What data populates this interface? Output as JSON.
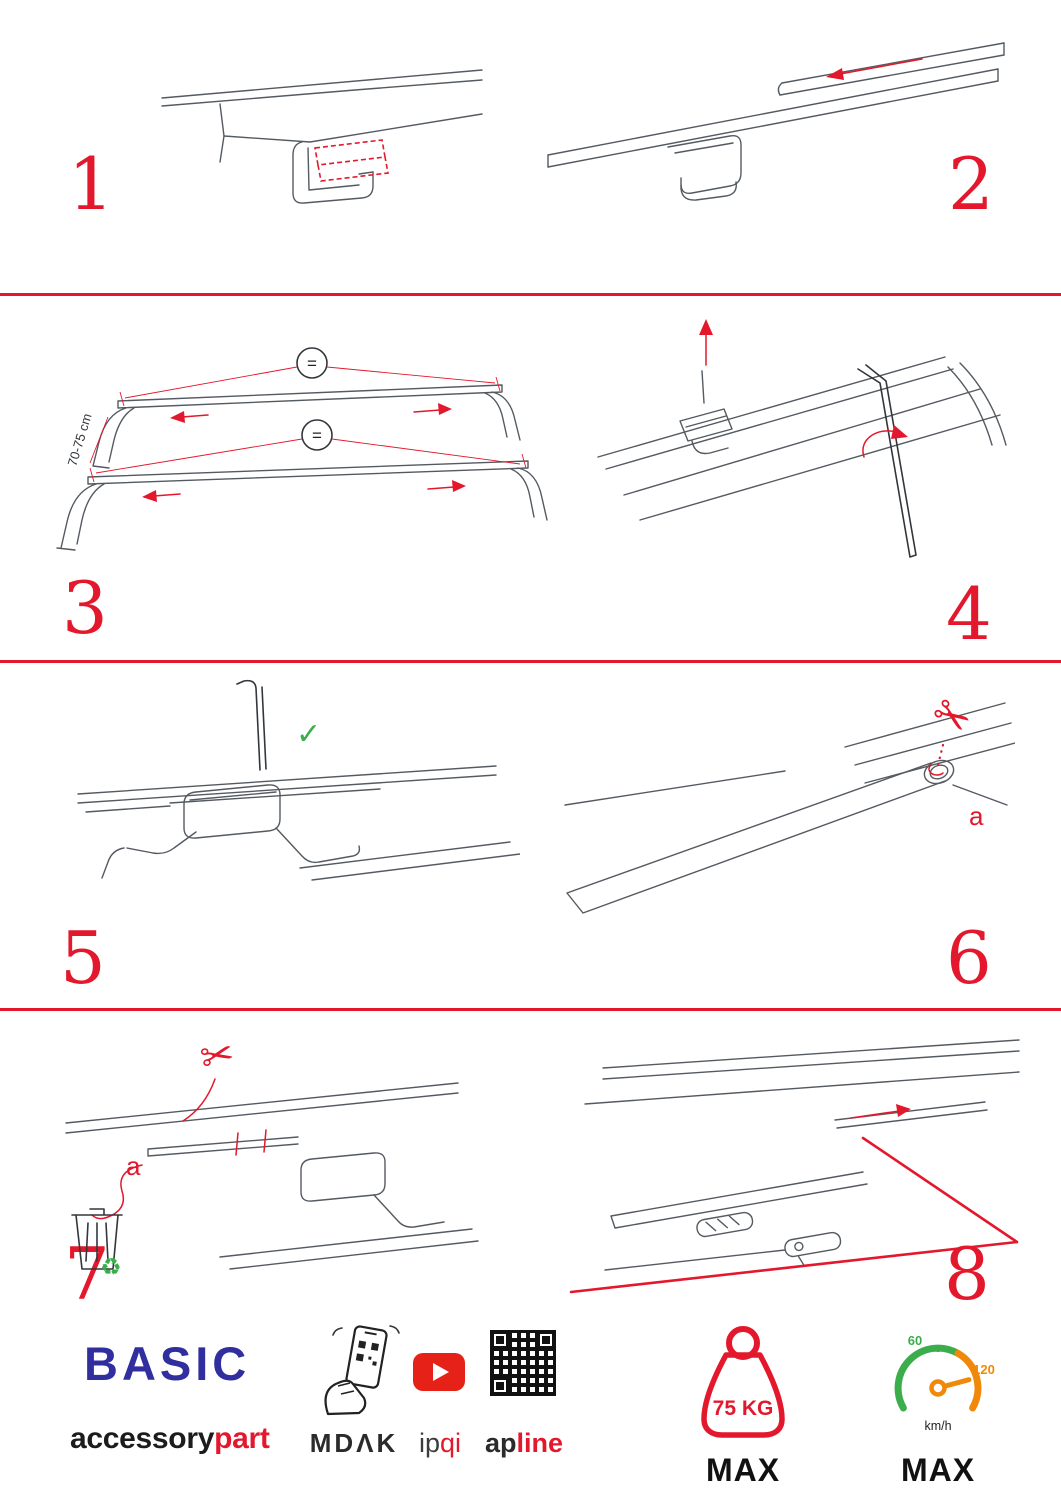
{
  "colors": {
    "accent_red": "#e4182c",
    "brand_blue": "#312f9f",
    "green": "#3bae4b",
    "orange": "#f0890a",
    "youtube_red": "#e62117",
    "line_gray": "#545a61"
  },
  "steps": [
    {
      "number": "1"
    },
    {
      "number": "2"
    },
    {
      "number": "3"
    },
    {
      "number": "4"
    },
    {
      "number": "5"
    },
    {
      "number": "6"
    },
    {
      "number": "7"
    },
    {
      "number": "8"
    }
  ],
  "annotations": {
    "equals": "=",
    "distance": "70-75 cm",
    "letter_a": "a",
    "check": "✓",
    "scissors": "✂",
    "recycle": "♻"
  },
  "footer": {
    "brand": "BASIC",
    "sub_brand": {
      "black": "accessory",
      "red": "part"
    },
    "mdak": "MDΛK",
    "ipqi": {
      "black": "ip",
      "red": "qi"
    },
    "apline": {
      "black": "ap",
      "red": "line"
    },
    "weight": {
      "value": "75 KG",
      "max": "MAX"
    },
    "speed": {
      "low": "60",
      "high": "120",
      "unit": "km/h",
      "max": "MAX"
    }
  }
}
